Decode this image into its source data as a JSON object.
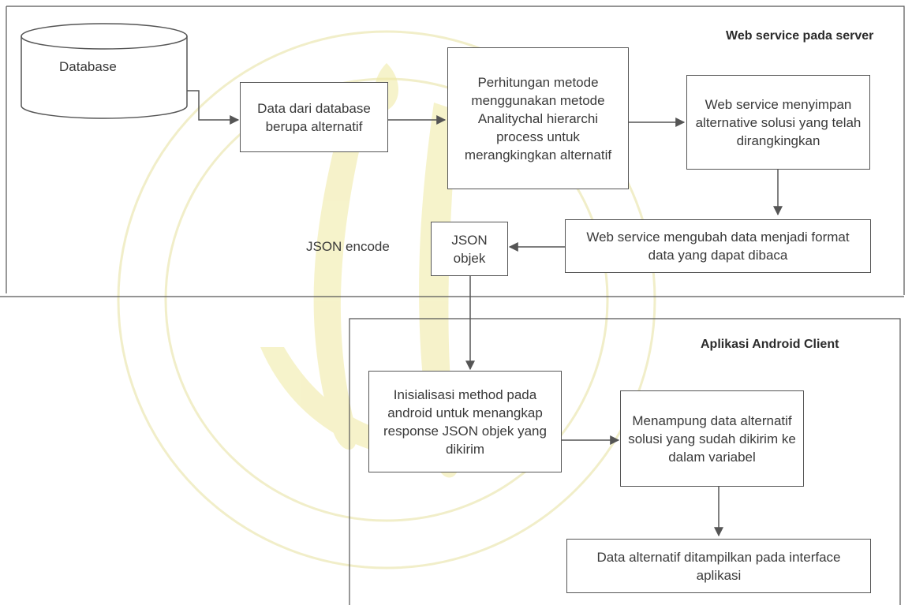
{
  "colors": {
    "stroke": "#555555",
    "text": "#3a3a3a",
    "watermark": "#e9e4a6"
  },
  "regions": {
    "server_title": "Web service pada server",
    "client_title": "Aplikasi Android Client"
  },
  "nodes": {
    "database": "Database",
    "data_source": "Data dari database berupa alternatif",
    "ahp_calc": "Perhitungan metode menggunakan metode Analitychal hierarchi process untuk merangkingkan alternatif",
    "store_solution": "Web service menyimpan alternative solusi yang telah dirangkingkan",
    "convert_format": "Web service mengubah data menjadi format data yang dapat dibaca",
    "json_object": "JSON objek",
    "init_method": "Inisialisasi method pada android untuk menangkap response JSON objek yang dikirim",
    "hold_data": "Menampung data alternatif solusi yang sudah dikirim ke dalam variabel",
    "display_data": "Data alternatif ditampilkan pada interface aplikasi"
  },
  "labels": {
    "json_encode": "JSON encode"
  },
  "watermark_icon": "university-seal-watermark"
}
